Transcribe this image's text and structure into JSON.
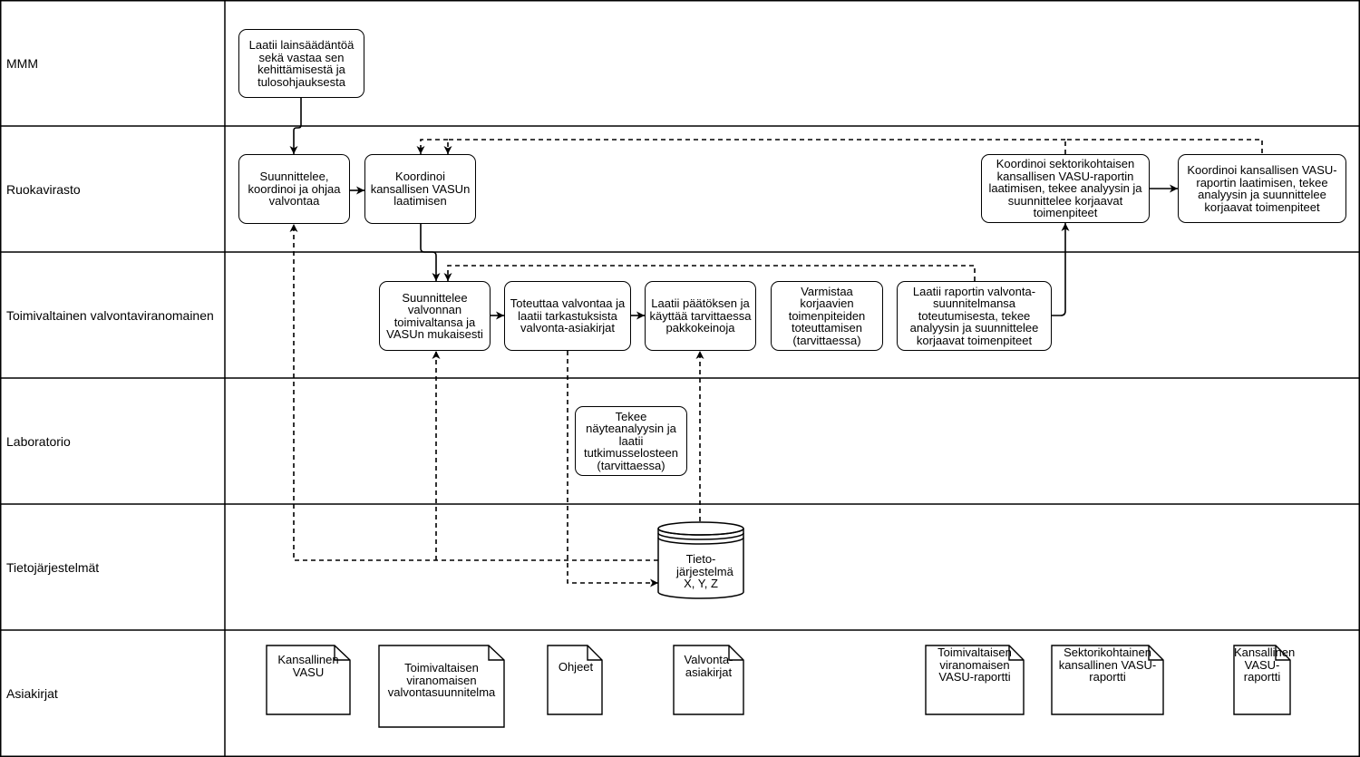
{
  "lanes": [
    {
      "id": "mmm",
      "label": "MMM"
    },
    {
      "id": "ruokavirasto",
      "label": "Ruokavirasto"
    },
    {
      "id": "toimivaltainen",
      "label": "Toimivaltainen valvontaviranomainen"
    },
    {
      "id": "laboratorio",
      "label": "Laboratorio"
    },
    {
      "id": "tietojarjestelmat",
      "label": "Tietojärjestelmät"
    },
    {
      "id": "asiakirjat",
      "label": "Asiakirjat"
    }
  ],
  "nodes": {
    "mmm_task": "Laatii lainsäädäntöä sekä vastaa sen kehittämisestä ja tulosohjauksesta",
    "rv_suunnittelee": "Suunnittelee, koordinoi ja ohjaa valvontaa",
    "rv_koordinoi_vasu": "Koordinoi kansallisen VASUn laatimisen",
    "rv_koordinoi_sektori": "Koordinoi sektorikohtaisen kansallisen VASU-raportin laatimisen, tekee analyysin ja suunnittelee korjaavat toimenpiteet",
    "rv_koordinoi_raportti": "Koordinoi kansallisen VASU-raportin laatimisen, tekee analyysin ja suunnittelee korjaavat toimenpiteet",
    "tv_suunnittelee": "Suunnittelee valvonnan toimivaltansa ja VASUn mukaisesti",
    "tv_toteuttaa": "Toteuttaa valvontaa ja laatii tarkastuksista valvonta-asiakirjat",
    "tv_paatokset": "Laatii päätöksen ja käyttää tarvittaessa pakkokeinoja",
    "tv_varmistaa": "Varmistaa korjaavien toimenpiteiden toteuttamisen (tarvittaessa)",
    "tv_raportti": "Laatii raportin valvonta-suunnitelmansa toteutumisesta, tekee analyysin ja suunnittelee korjaavat toimenpiteet",
    "lab_task": "Tekee näyteanalyysin ja laatii tutkimusselosteen (tarvittaessa)",
    "database": "Tieto-järjestelmä X, Y, Z"
  },
  "documents": {
    "kansallinen_vasu": "Kansallinen VASU",
    "toimivaltaisen_suunnitelma": "Toimivaltaisen viranomaisen valvontasuunnitelma",
    "ohjeet": "Ohjeet",
    "valvonta_asiakirjat": "Valvonta-asiakirjat",
    "toimivaltaisen_raportti": "Toimivaltaisen viranomaisen VASU-raportti",
    "sektorikohtainen_raportti": "Sektorikohtainen kansallinen VASU-raportti",
    "kansallinen_raportti": "Kansallinen VASU-raportti"
  }
}
